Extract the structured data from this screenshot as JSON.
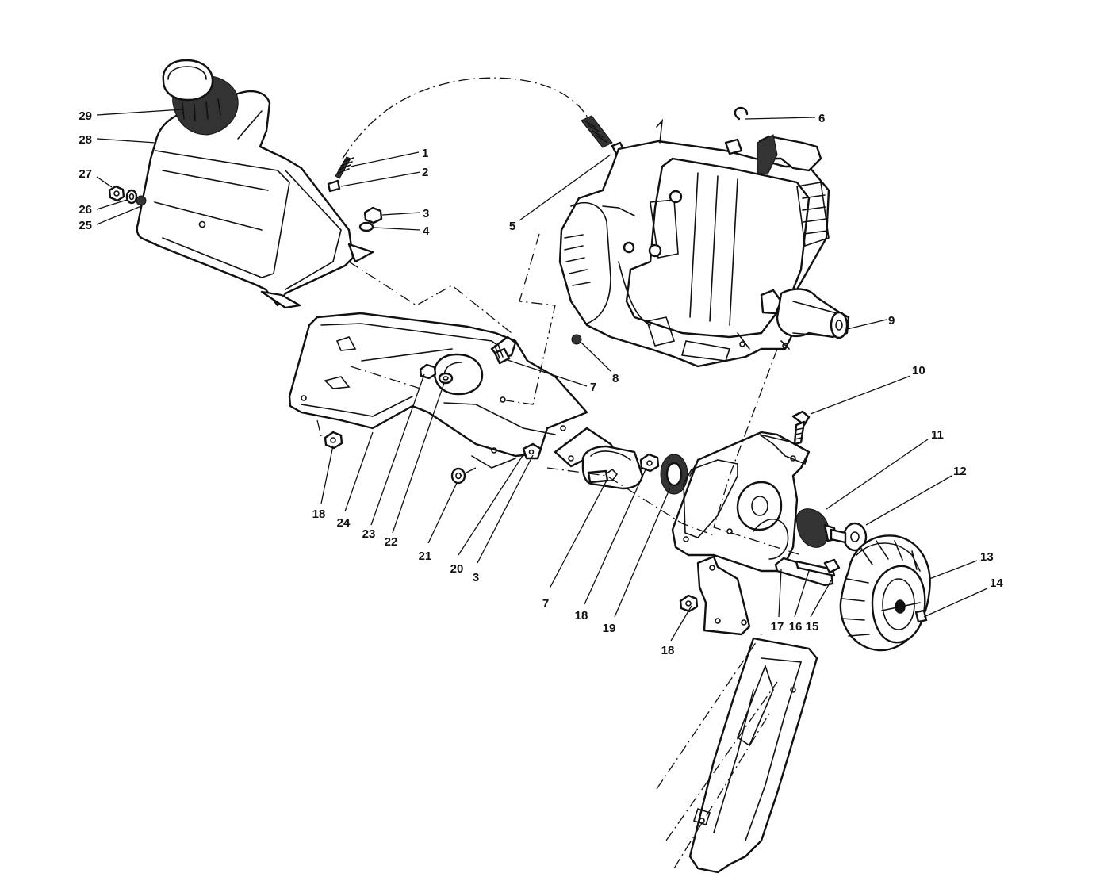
{
  "callouts": [
    {
      "id": "c1",
      "label": "1"
    },
    {
      "id": "c2",
      "label": "2"
    },
    {
      "id": "c3a",
      "label": "3"
    },
    {
      "id": "c4",
      "label": "4"
    },
    {
      "id": "c5",
      "label": "5"
    },
    {
      "id": "c6",
      "label": "6"
    },
    {
      "id": "c7a",
      "label": "7"
    },
    {
      "id": "c8",
      "label": "8"
    },
    {
      "id": "c9",
      "label": "9"
    },
    {
      "id": "c10",
      "label": "10"
    },
    {
      "id": "c11",
      "label": "11"
    },
    {
      "id": "c12",
      "label": "12"
    },
    {
      "id": "c13",
      "label": "13"
    },
    {
      "id": "c14",
      "label": "14"
    },
    {
      "id": "c15",
      "label": "15"
    },
    {
      "id": "c16",
      "label": "16"
    },
    {
      "id": "c17",
      "label": "17"
    },
    {
      "id": "c18a",
      "label": "18"
    },
    {
      "id": "c18b",
      "label": "18"
    },
    {
      "id": "c18c",
      "label": "18"
    },
    {
      "id": "c19",
      "label": "19"
    },
    {
      "id": "c20",
      "label": "20"
    },
    {
      "id": "c3b",
      "label": "3"
    },
    {
      "id": "c7b",
      "label": "7"
    },
    {
      "id": "c21",
      "label": "21"
    },
    {
      "id": "c22",
      "label": "22"
    },
    {
      "id": "c23",
      "label": "23"
    },
    {
      "id": "c24",
      "label": "24"
    },
    {
      "id": "c25",
      "label": "25"
    },
    {
      "id": "c26",
      "label": "26"
    },
    {
      "id": "c27",
      "label": "27"
    },
    {
      "id": "c28",
      "label": "28"
    },
    {
      "id": "c29",
      "label": "29"
    }
  ]
}
